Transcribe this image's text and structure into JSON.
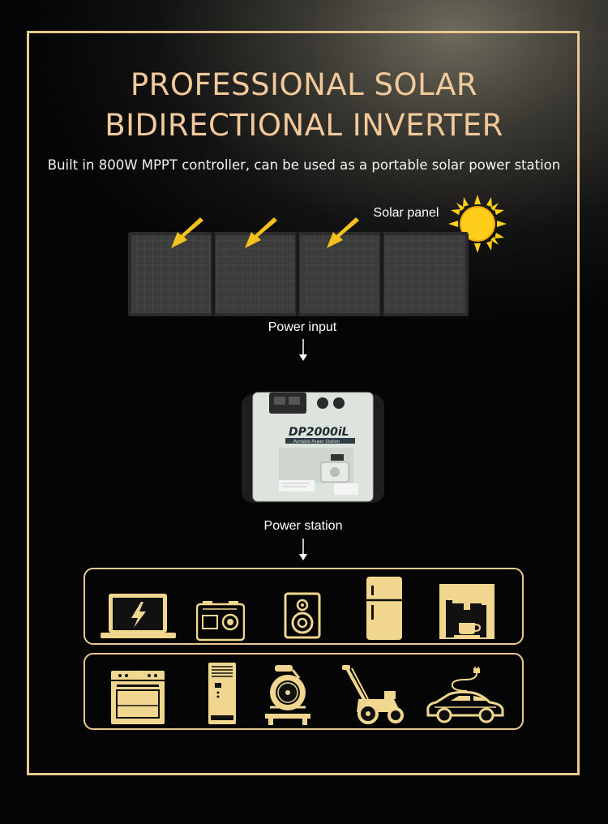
{
  "header": {
    "title_line1": "PROFESSIONAL SOLAR",
    "title_line2": "BIDIRECTIONAL INVERTER",
    "subtitle": "Built in 800W MPPT controller, can be used as a portable solar power station"
  },
  "diagram": {
    "solar_panel_label": "Solar panel",
    "power_input_label": "Power input",
    "power_station_label": "Power station",
    "product_model": "DP2000iL",
    "product_caption": "Portable Power Station"
  },
  "devices_row1": [
    "laptop-icon",
    "camera-icon",
    "speaker-icon",
    "refrigerator-icon",
    "coffee-machine-icon"
  ],
  "devices_row2": [
    "oven-icon",
    "air-conditioner-icon",
    "cutoff-saw-icon",
    "lawn-mower-icon",
    "electric-car-icon"
  ],
  "colors": {
    "accent": "#e9c98f",
    "title": "#f2c99a",
    "icon_fill": "#f0d68e",
    "arrow": "#f4c21a",
    "sun": "#ffd11a"
  }
}
